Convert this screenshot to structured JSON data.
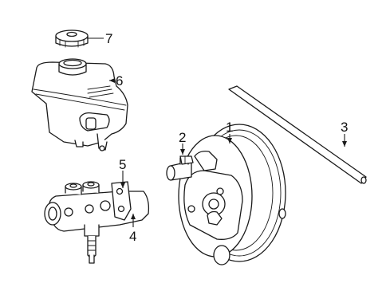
{
  "diagram": {
    "callouts": [
      {
        "id": "c1",
        "label": "1"
      },
      {
        "id": "c2",
        "label": "2"
      },
      {
        "id": "c3",
        "label": "3"
      },
      {
        "id": "c4",
        "label": "4"
      },
      {
        "id": "c5",
        "label": "5"
      },
      {
        "id": "c6",
        "label": "6"
      },
      {
        "id": "c7",
        "label": "7"
      }
    ]
  },
  "colors": {
    "line": "#1a1a1a",
    "background": "#ffffff"
  }
}
